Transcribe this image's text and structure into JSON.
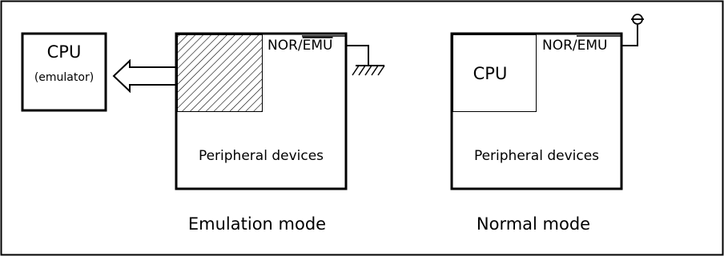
{
  "emulation": {
    "cpu_title": "CPU",
    "cpu_subtitle": "(emulator)",
    "pin_prefix": "NOR/",
    "pin_bar": "EMU",
    "chip_label": "Peripheral devices",
    "caption": "Emulation mode"
  },
  "normal": {
    "cpu_label": "CPU",
    "pin_prefix": "NOR/",
    "pin_bar": "EMU",
    "chip_label": "Peripheral devices",
    "caption": "Normal mode"
  }
}
